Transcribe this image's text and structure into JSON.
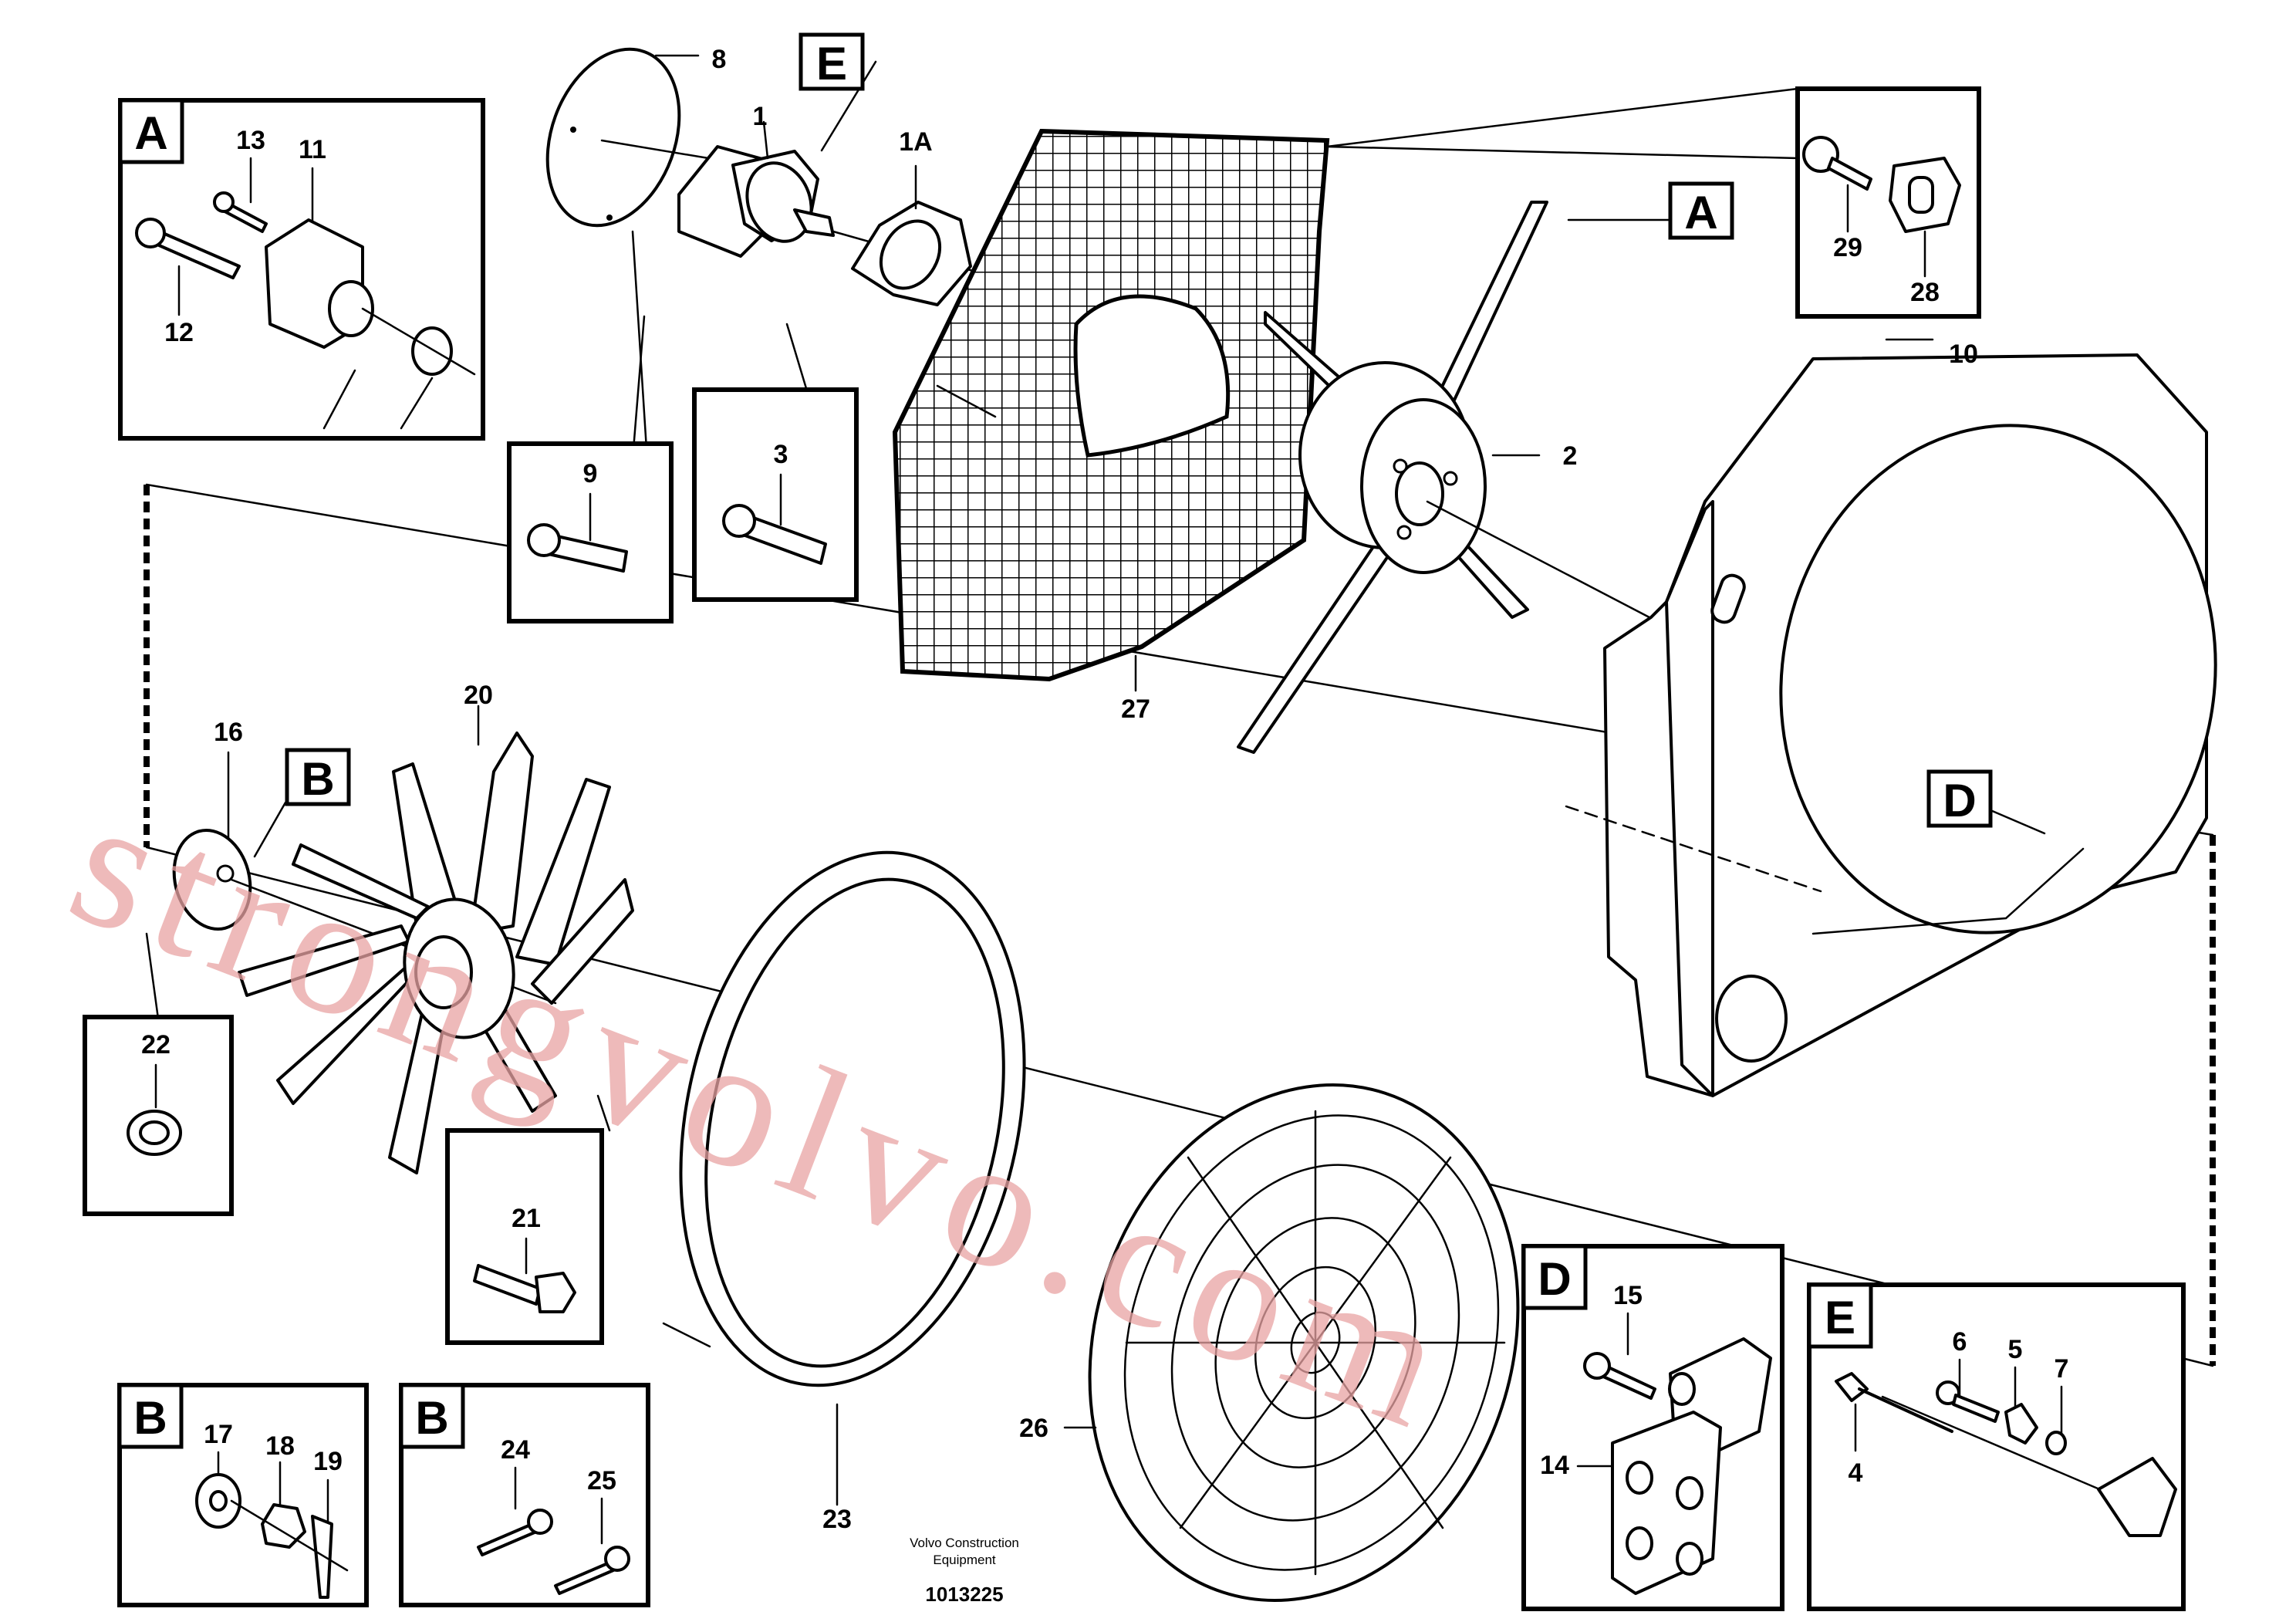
{
  "figure_code": "1013225",
  "publisher": {
    "line1": "Volvo Construction",
    "line2": "Equipment"
  },
  "watermark": "strongvolvo.com",
  "detail_views": {
    "A": {
      "letter": "A",
      "items": [
        "13",
        "11",
        "12"
      ]
    },
    "E": {
      "letter": "E",
      "items": [
        "6",
        "5",
        "7",
        "4"
      ]
    },
    "D": {
      "letter": "D",
      "items": [
        "15",
        "14"
      ]
    },
    "B1": {
      "letter": "B",
      "items": [
        "17",
        "18",
        "19"
      ]
    },
    "B2": {
      "letter": "B",
      "items": [
        "24",
        "25"
      ]
    }
  },
  "reference_tags": {
    "A": "A",
    "B": "B",
    "D": "D",
    "E": "E"
  },
  "callouts": {
    "c8": "8",
    "c1": "1",
    "c1A": "1A",
    "c9": "9",
    "c3": "3",
    "c27": "27",
    "c2": "2",
    "c29": "29",
    "c28": "28",
    "c10": "10",
    "c16": "16",
    "c20": "20",
    "c22": "22",
    "c21": "21",
    "c23": "23",
    "c26": "26"
  }
}
